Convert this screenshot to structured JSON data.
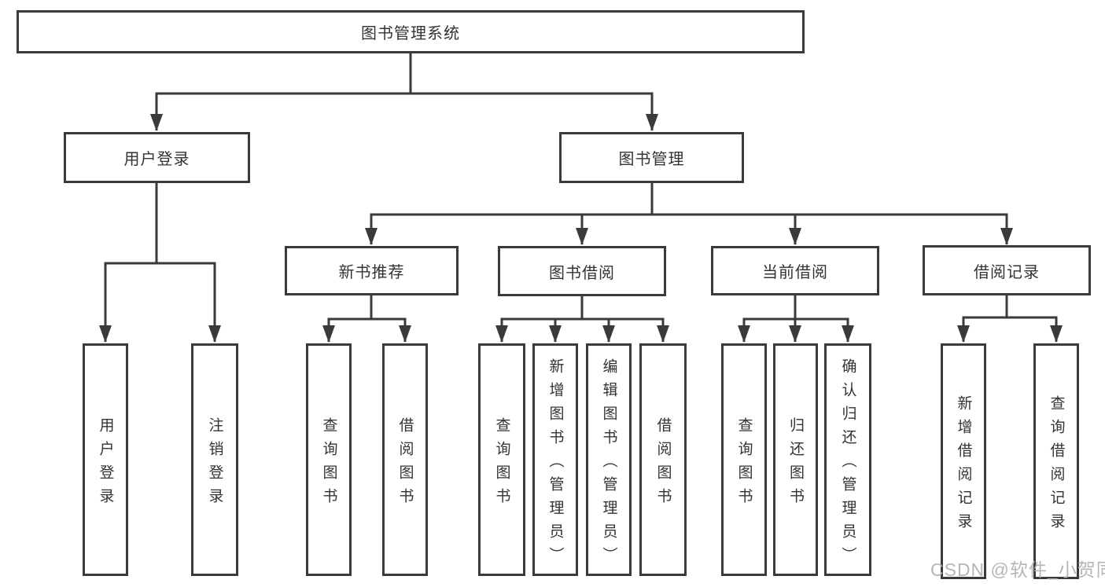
{
  "diagram_title": "图书管理系统",
  "watermark": "CSDN @软件_小贺同学",
  "colors": {
    "line": "#3a3a3a",
    "text": "#333333",
    "background": "#ffffff",
    "watermark": "#b2b2b2"
  },
  "nodes": {
    "root": "图书管理系统",
    "level2": {
      "user_login": "用户登录",
      "book_mgmt": "图书管理"
    },
    "level3": {
      "new_book_rec": "新书推荐",
      "book_borrow": "图书借阅",
      "current_borrow": "当前借阅",
      "borrow_record": "借阅记录"
    },
    "leaves": {
      "user_login": "用户登录",
      "logout": "注销登录",
      "rec_query_books": "查询图书",
      "rec_borrow_books": "借阅图书",
      "bb_query_books": "查询图书",
      "bb_add_books": "新增图书（管理员）",
      "bb_edit_books": "编辑图书（管理员）",
      "bb_borrow_books": "借阅图书",
      "cb_query_books": "查询图书",
      "cb_return_books": "归还图书",
      "cb_confirm_return": "确认归还（管理员）",
      "br_add_record": "新增借阅记录",
      "br_query_record": "查询借阅记录"
    }
  }
}
